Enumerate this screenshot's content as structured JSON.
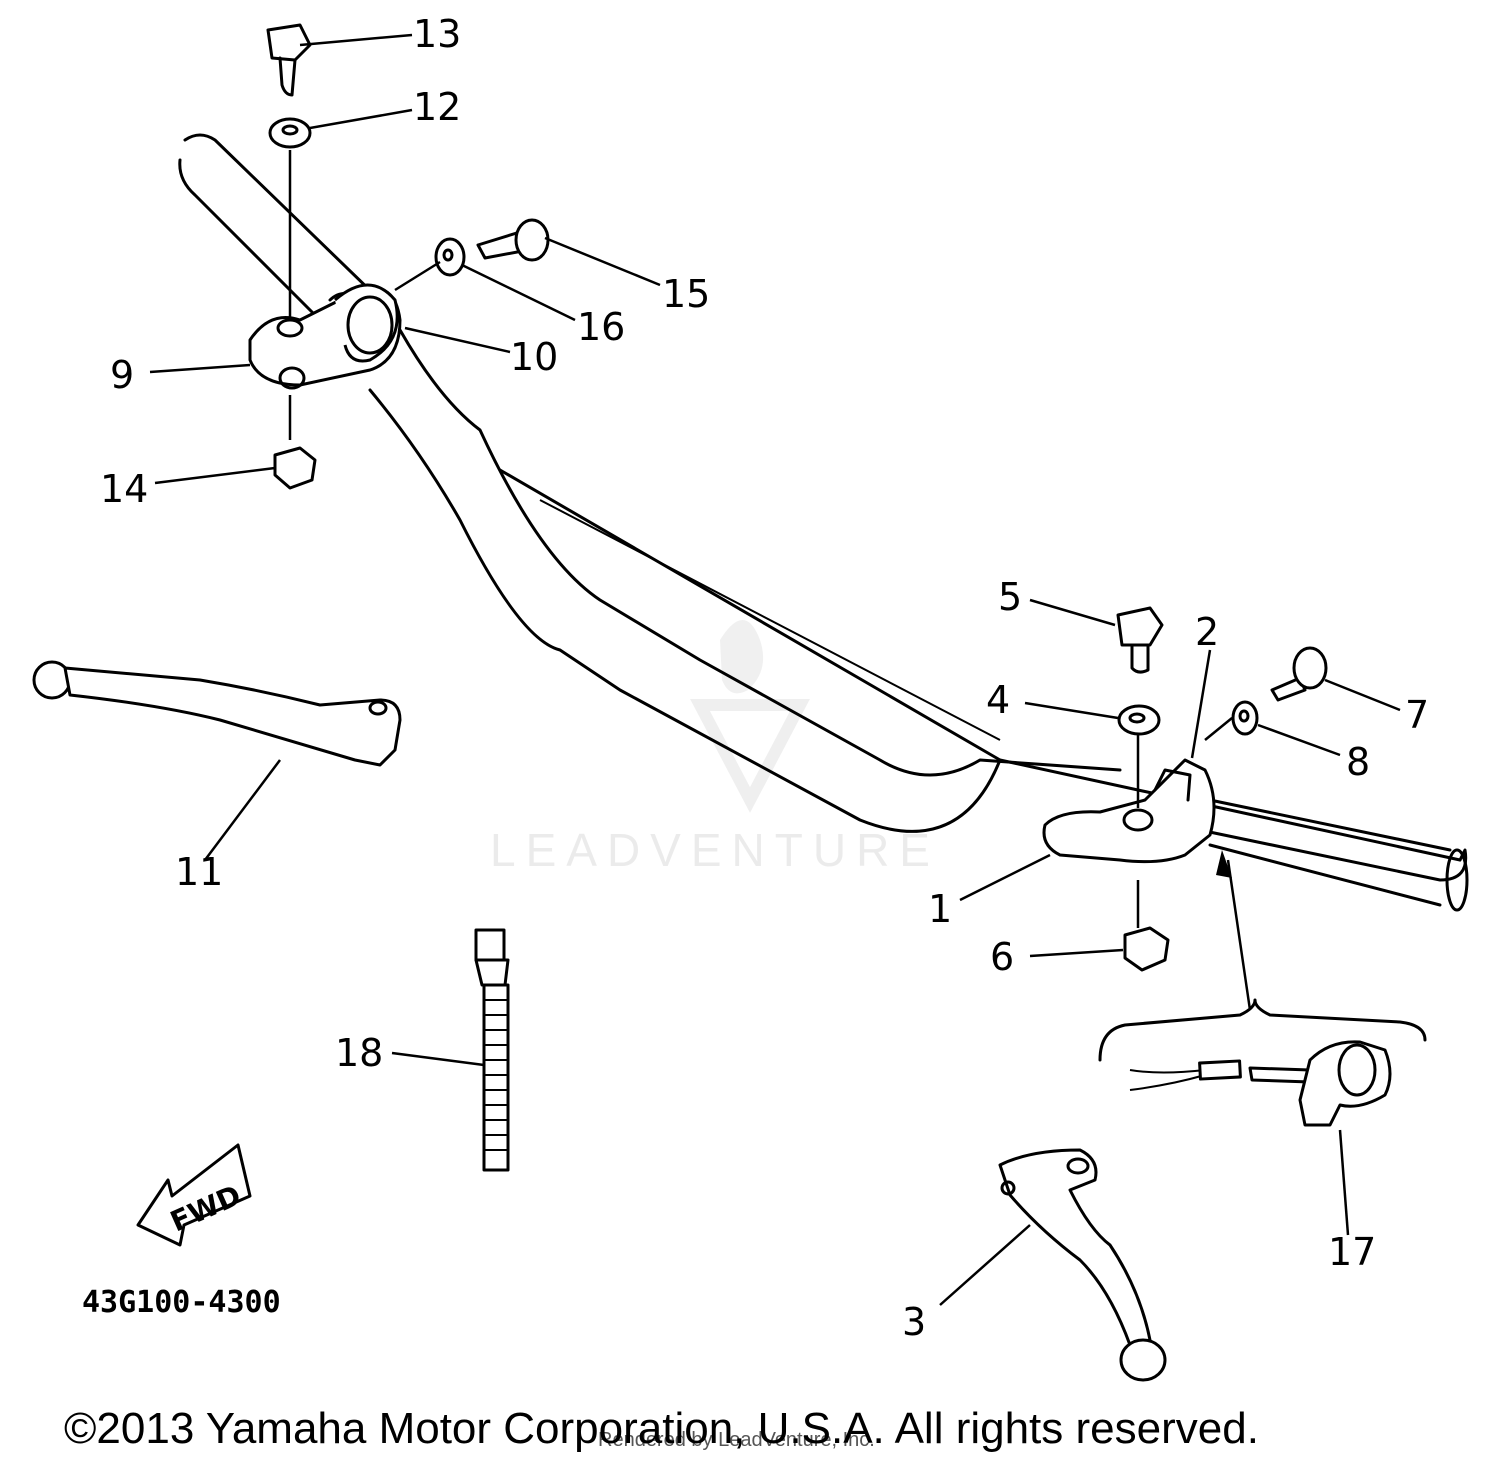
{
  "callouts": {
    "c1": "1",
    "c2": "2",
    "c3": "3",
    "c4": "4",
    "c5": "5",
    "c6": "6",
    "c7": "7",
    "c8": "8",
    "c9": "9",
    "c10": "10",
    "c11": "11",
    "c12": "12",
    "c13": "13",
    "c14": "14",
    "c15": "15",
    "c16": "16",
    "c17": "17",
    "c18": "18"
  },
  "fwd_label": "FWD",
  "diagram_code": "43G100-4300",
  "watermark": "LEADVENTURE",
  "copyright": "©2013 Yamaha Motor Corporation, U.S.A. All rights reserved.",
  "rendered_by": "Rendered by LeadVenture, Inc."
}
